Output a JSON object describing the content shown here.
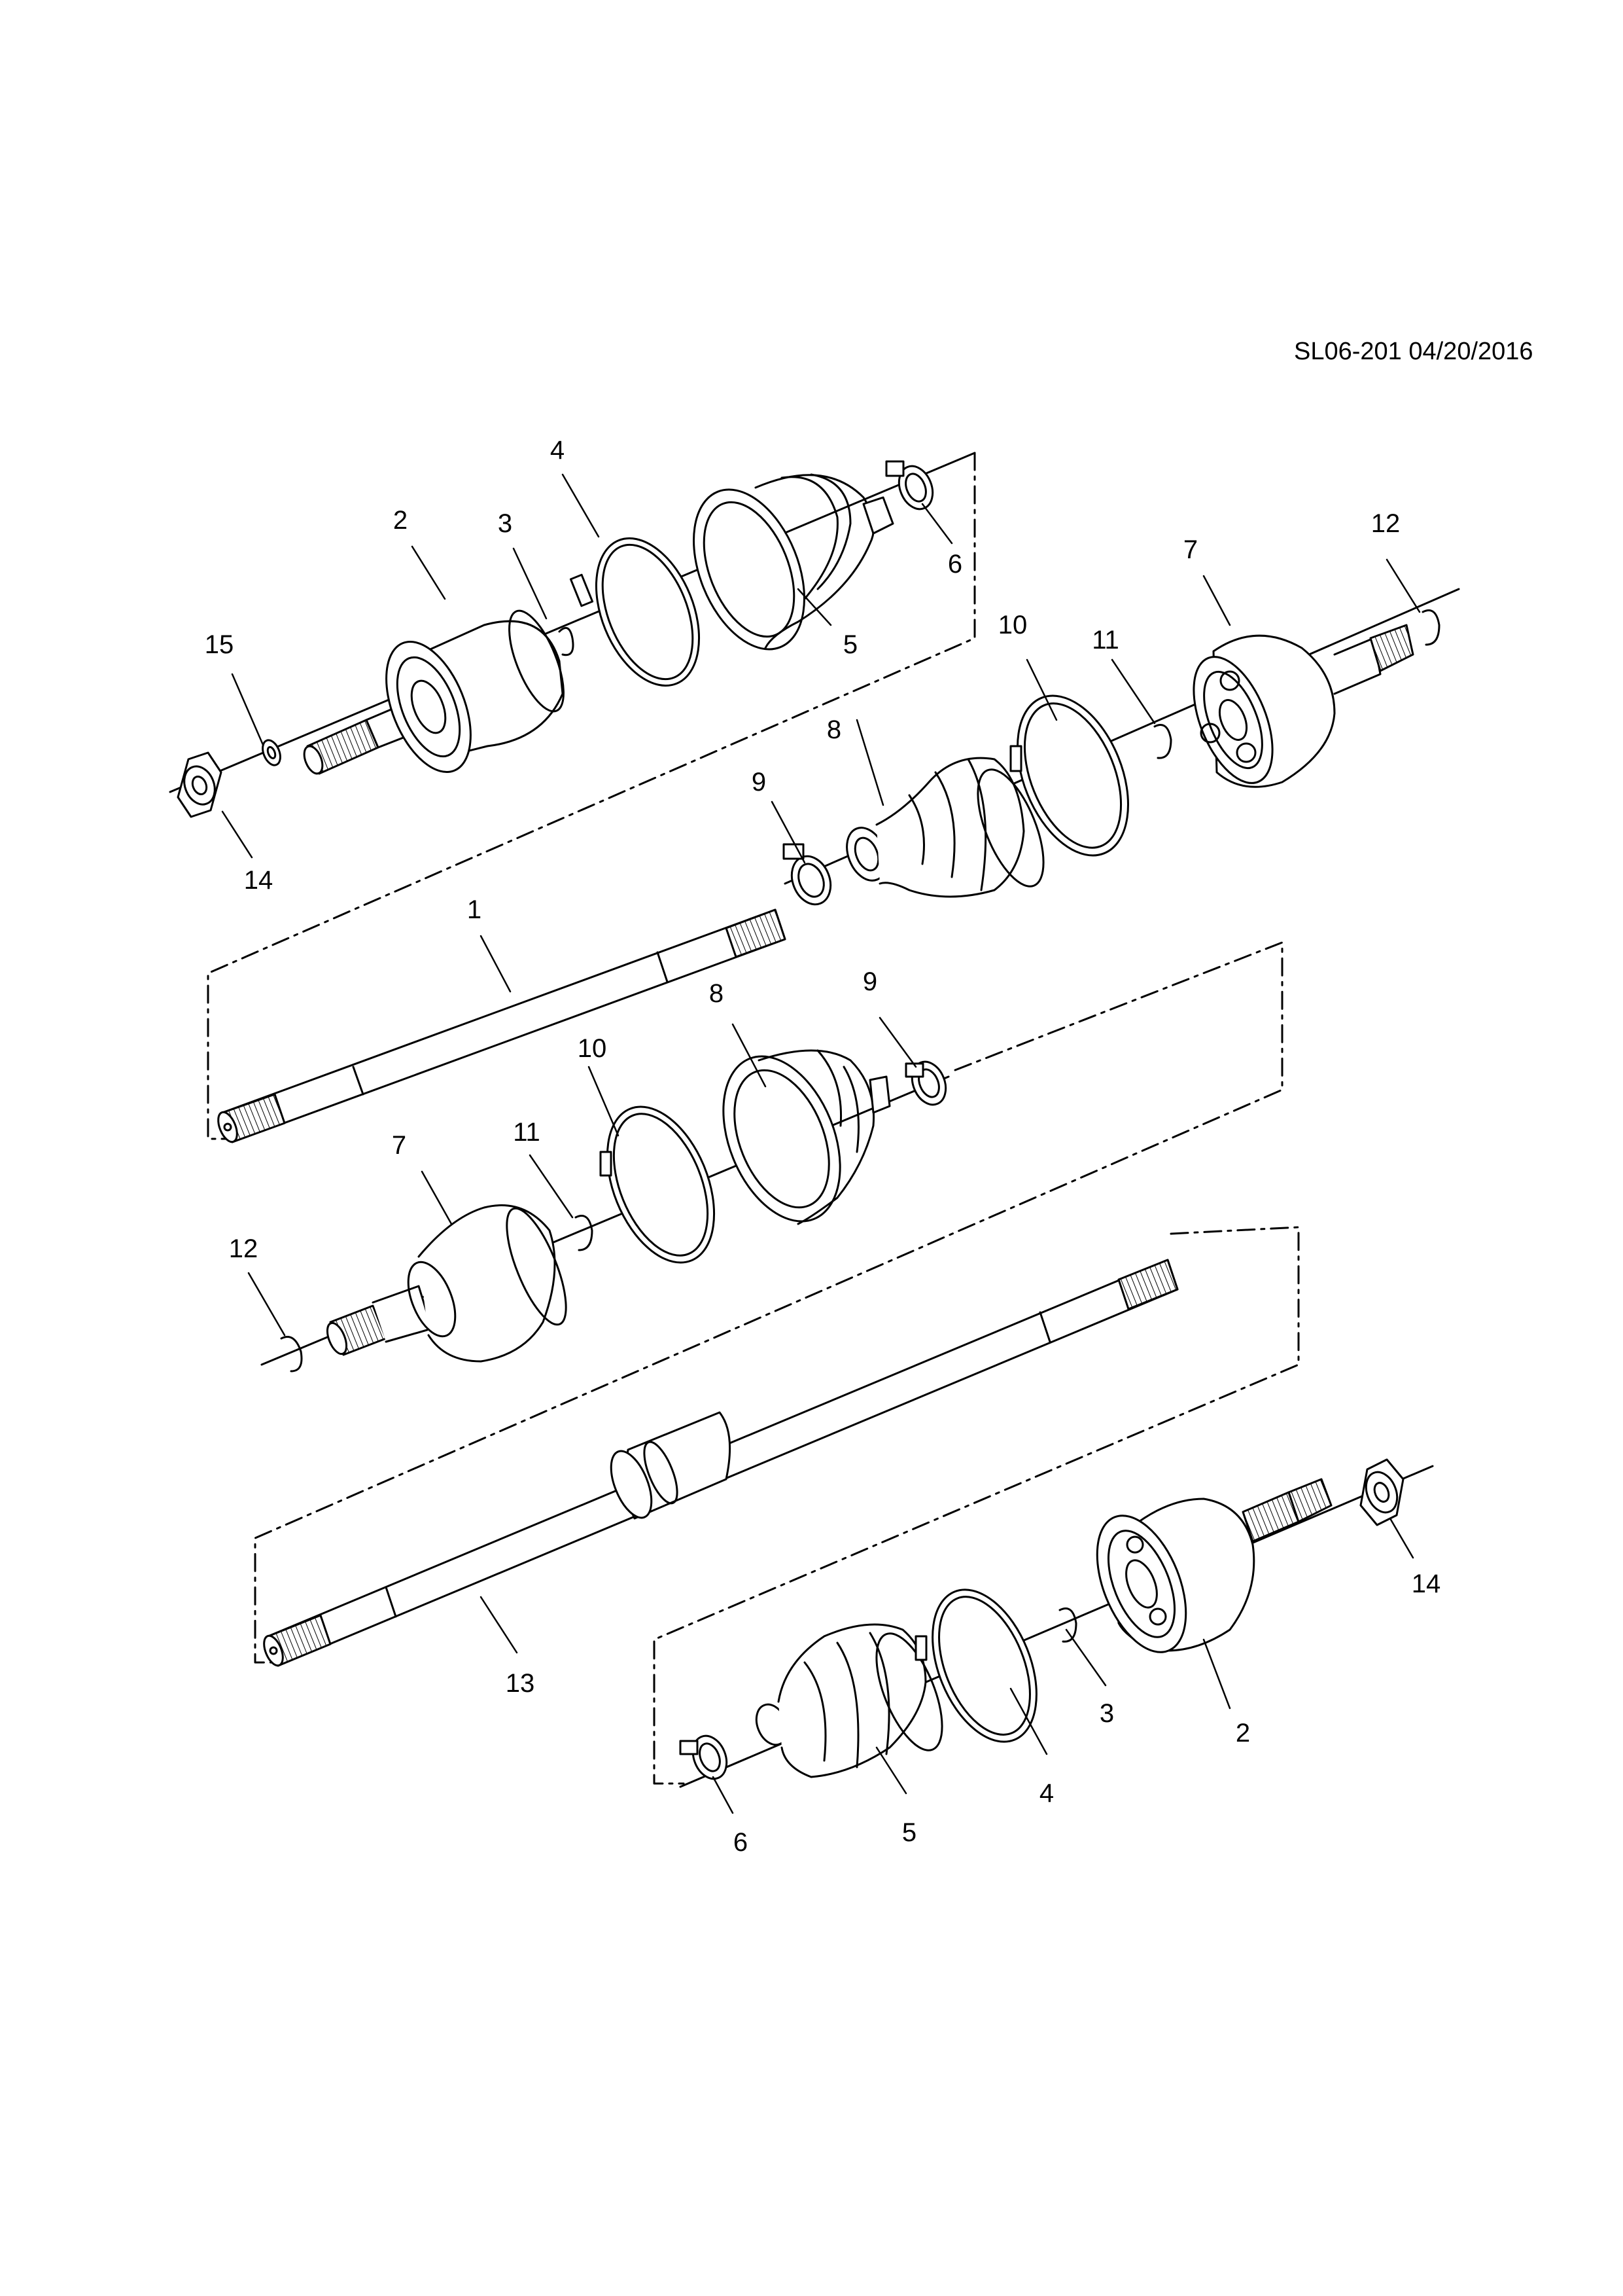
{
  "diagram": {
    "reference": "SL06-201 04/20/2016",
    "callouts": {
      "upper_left_assembly": [
        {
          "id": "c-2a",
          "label": "2"
        },
        {
          "id": "c-3a",
          "label": "3"
        },
        {
          "id": "c-4a",
          "label": "4"
        },
        {
          "id": "c-5a",
          "label": "5"
        },
        {
          "id": "c-6a",
          "label": "6"
        },
        {
          "id": "c-14a",
          "label": "14"
        },
        {
          "id": "c-15a",
          "label": "15"
        }
      ],
      "upper_right_assembly": [
        {
          "id": "c-7a",
          "label": "7"
        },
        {
          "id": "c-8a",
          "label": "8"
        },
        {
          "id": "c-9a",
          "label": "9"
        },
        {
          "id": "c-10a",
          "label": "10"
        },
        {
          "id": "c-11a",
          "label": "11"
        },
        {
          "id": "c-12a",
          "label": "12"
        }
      ],
      "left_shaft": [
        {
          "id": "c-1",
          "label": "1"
        }
      ],
      "middle_assembly": [
        {
          "id": "c-7b",
          "label": "7"
        },
        {
          "id": "c-8b",
          "label": "8"
        },
        {
          "id": "c-9b",
          "label": "9"
        },
        {
          "id": "c-10b",
          "label": "10"
        },
        {
          "id": "c-11b",
          "label": "11"
        },
        {
          "id": "c-12b",
          "label": "12"
        }
      ],
      "right_shaft": [
        {
          "id": "c-13",
          "label": "13"
        }
      ],
      "lower_right_assembly": [
        {
          "id": "c-2b",
          "label": "2"
        },
        {
          "id": "c-3b",
          "label": "3"
        },
        {
          "id": "c-4b",
          "label": "4"
        },
        {
          "id": "c-5b",
          "label": "5"
        },
        {
          "id": "c-6b",
          "label": "6"
        },
        {
          "id": "c-14b",
          "label": "14"
        }
      ]
    }
  }
}
